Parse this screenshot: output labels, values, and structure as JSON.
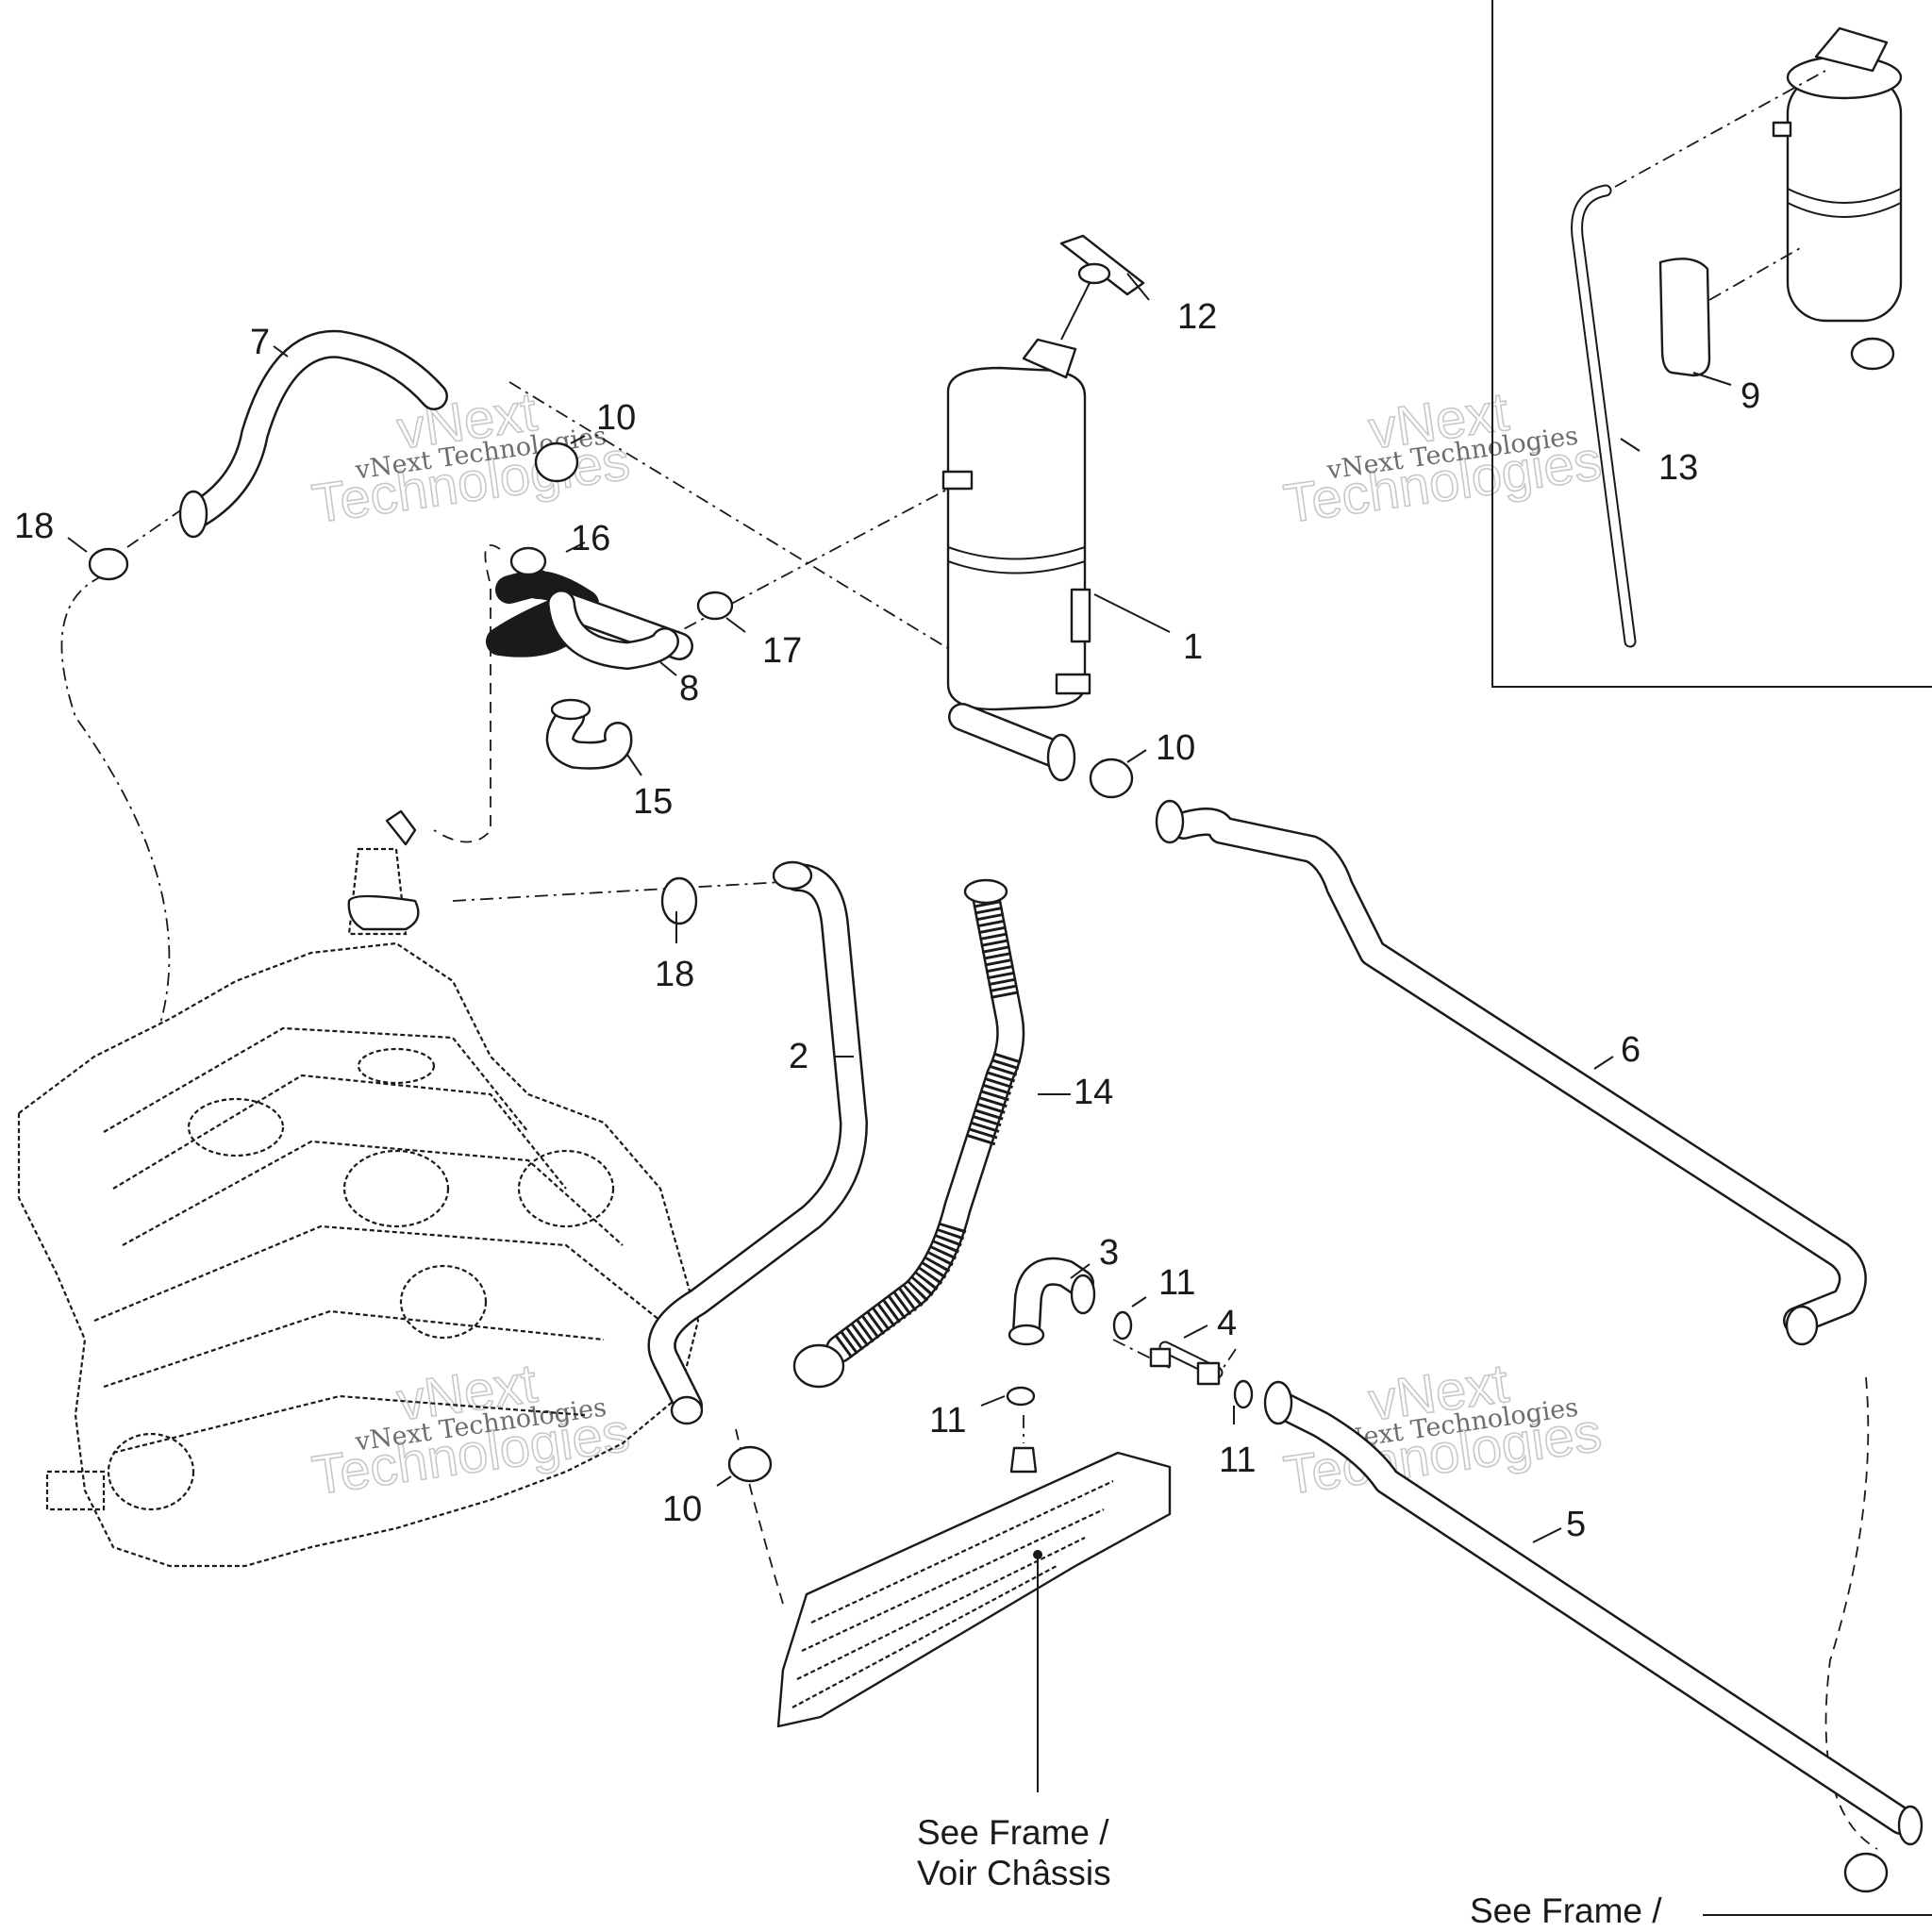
{
  "callouts": {
    "c1": "1",
    "c2": "2",
    "c3": "3",
    "c4": "4",
    "c5": "5",
    "c6": "6",
    "c7": "7",
    "c8": "8",
    "c9": "9",
    "c10a": "10",
    "c10b": "10",
    "c10c": "10",
    "c11a": "11",
    "c11b": "11",
    "c11c": "11",
    "c12": "12",
    "c13": "13",
    "c14": "14",
    "c15": "15",
    "c16": "16",
    "c17": "17",
    "c18a": "18",
    "c18b": "18"
  },
  "notes": {
    "frame_line1": "See Frame /",
    "frame_line2": "Voir Châssis",
    "frame_bottom": "See Frame /"
  },
  "watermark": {
    "line_small": "vNext Technologies",
    "line_big1": "vNext",
    "line_big2": "Technologies"
  }
}
